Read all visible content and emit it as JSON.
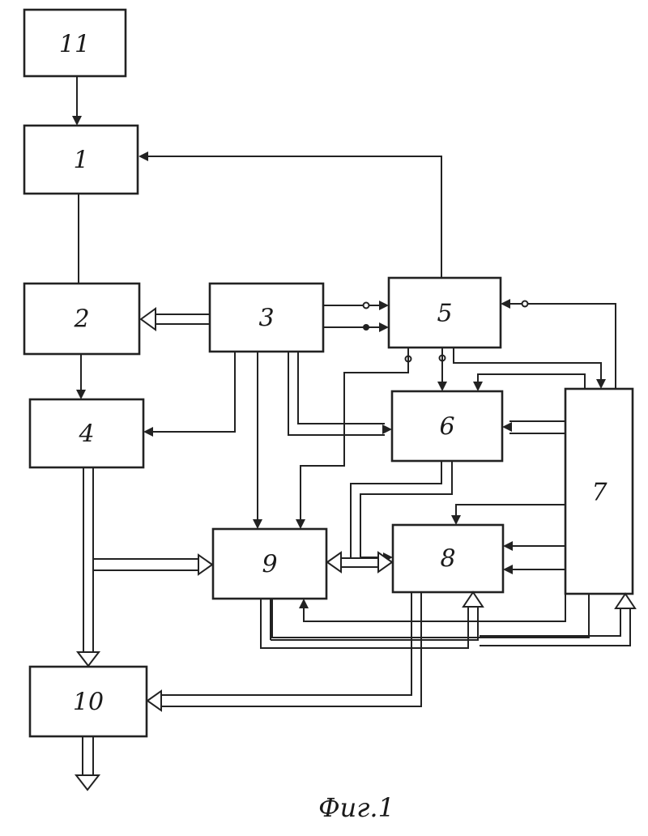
{
  "blocks": {
    "b1": "1",
    "b2": "2",
    "b3": "3",
    "b4": "4",
    "b5": "5",
    "b6": "6",
    "b7": "7",
    "b8": "8",
    "b9": "9",
    "b10": "10",
    "b11": "11"
  },
  "caption": "Фиг.1",
  "colors": {
    "ink": "#222222",
    "paper": "#ffffff"
  }
}
